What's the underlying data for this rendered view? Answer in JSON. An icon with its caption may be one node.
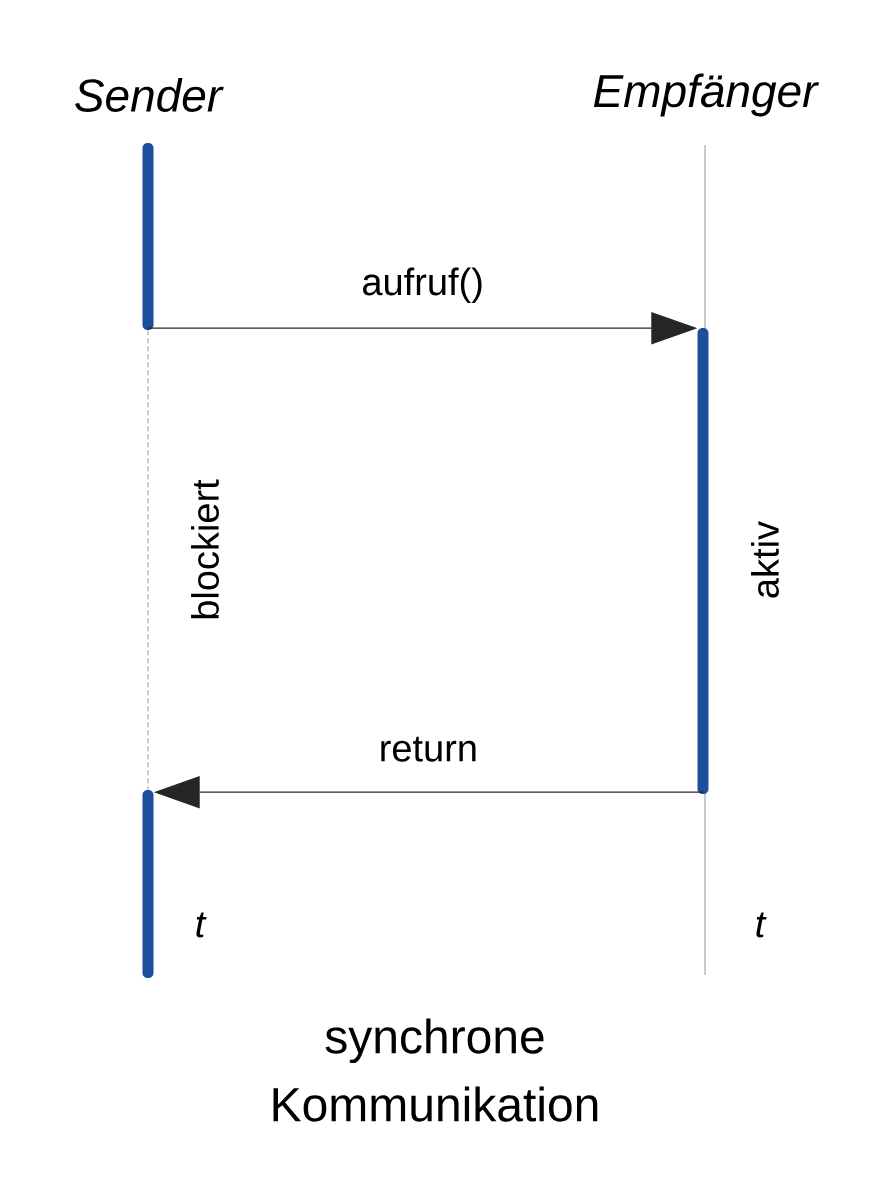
{
  "diagram": {
    "caption": "synchrone Kommunikation",
    "nodes": [
      {
        "text": [
          "Sender"
        ]
      },
      {
        "text": [
          "Empfänger"
        ]
      },
      {
        "text": [],
        "shape": "bar"
      },
      {
        "text": [],
        "shape": "bar",
        "beside": [
          "aktiv"
        ]
      },
      {
        "text": [],
        "shape": "bar"
      }
    ],
    "edges": [
      {
        "from": 2,
        "to": 3,
        "arrow": "to",
        "label": "aufruf()"
      },
      {
        "from": 3,
        "to": 4,
        "arrow": "to",
        "label": "return"
      },
      {
        "from": 2,
        "to": 4,
        "arrow": "none",
        "style": "dashed",
        "color": "#999999"
      }
    ],
    "labels": [
      "blockiert",
      "t",
      "t"
    ]
  }
}
